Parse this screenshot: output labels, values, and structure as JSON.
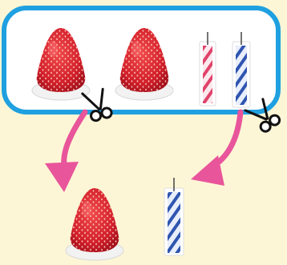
{
  "scene": {
    "background": "#fdf6d6",
    "frame_color": "#1fa0e0",
    "arrow_color": "#e8559b",
    "items_in_frame": [
      "strawberry-sticker",
      "strawberry-sticker",
      "candle-sticker-red",
      "candle-sticker-blue"
    ],
    "items_cut_out": [
      "strawberry-sticker",
      "candle-sticker-blue"
    ],
    "icons": [
      "scissors-icon",
      "scissors-icon",
      "arrow-icon",
      "arrow-icon"
    ],
    "candle_stripe_colors": [
      "#e0436a",
      "#2f55b0"
    ]
  }
}
